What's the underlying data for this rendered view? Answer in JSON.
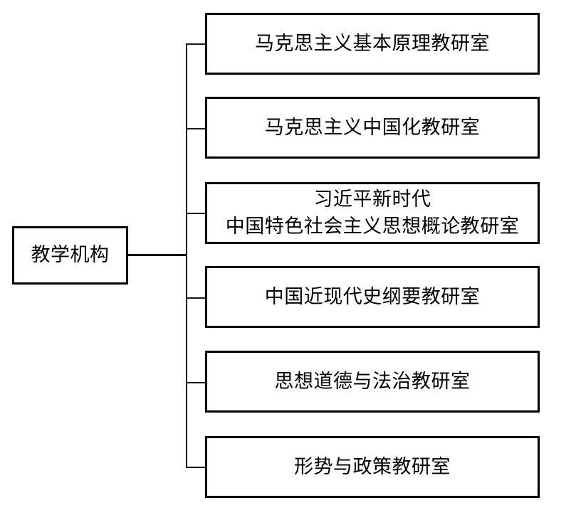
{
  "diagram": {
    "type": "organizational-tree",
    "orientation": "left-to-right",
    "background_color": "#ffffff",
    "line_color": "#000000",
    "text_color": "#000000",
    "root": {
      "label": "教学机构"
    },
    "children": [
      {
        "line1": "马克思主义基本原理教研室",
        "line2": ""
      },
      {
        "line1": "马克思主义中国化教研室",
        "line2": ""
      },
      {
        "line1": "习近平新时代",
        "line2": "中国特色社会主义思想概论教研室"
      },
      {
        "line1": "中国近现代史纲要教研室",
        "line2": ""
      },
      {
        "line1": "思想道德与法治教研室",
        "line2": ""
      },
      {
        "line1": "形势与政策教研室",
        "line2": ""
      }
    ]
  }
}
